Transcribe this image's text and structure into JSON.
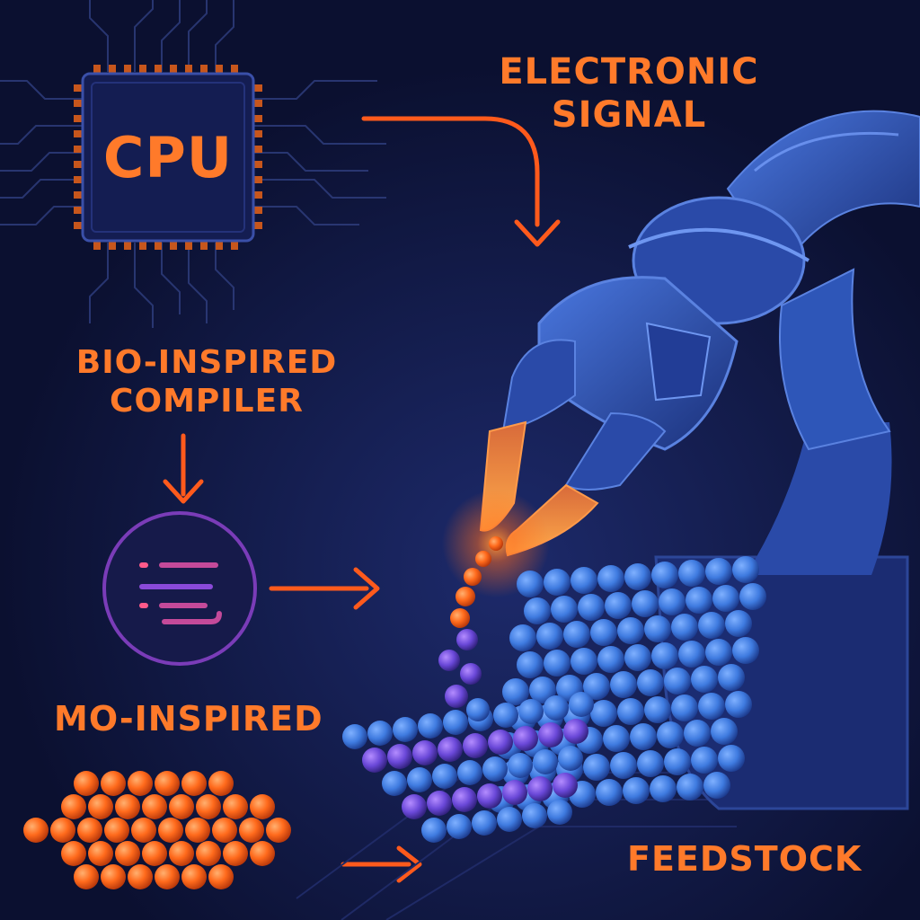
{
  "labels": {
    "cpu": "CPU",
    "signal": [
      "ELECTRONIC",
      "SIGNAL"
    ],
    "compiler": [
      "BIO-INSPIRED",
      "COMPILER"
    ],
    "mo_inspired": "MO-INSPIRED",
    "feedstock": "FEEDSTOCK"
  },
  "colors": {
    "background": "#0b1030",
    "accent_orange": "#ff7a2a",
    "chip_fill": "#141d52",
    "robot_blue": "#2e56b8",
    "bead_blue": "#3f7be0",
    "bead_orange": "#ff6a1c",
    "compiler_ring": "#7a3cb8"
  },
  "icons": [
    "cpu-chip-icon",
    "compiler-lines-icon",
    "robotic-arm-icon",
    "arrow-right-icon",
    "arrow-down-icon"
  ]
}
